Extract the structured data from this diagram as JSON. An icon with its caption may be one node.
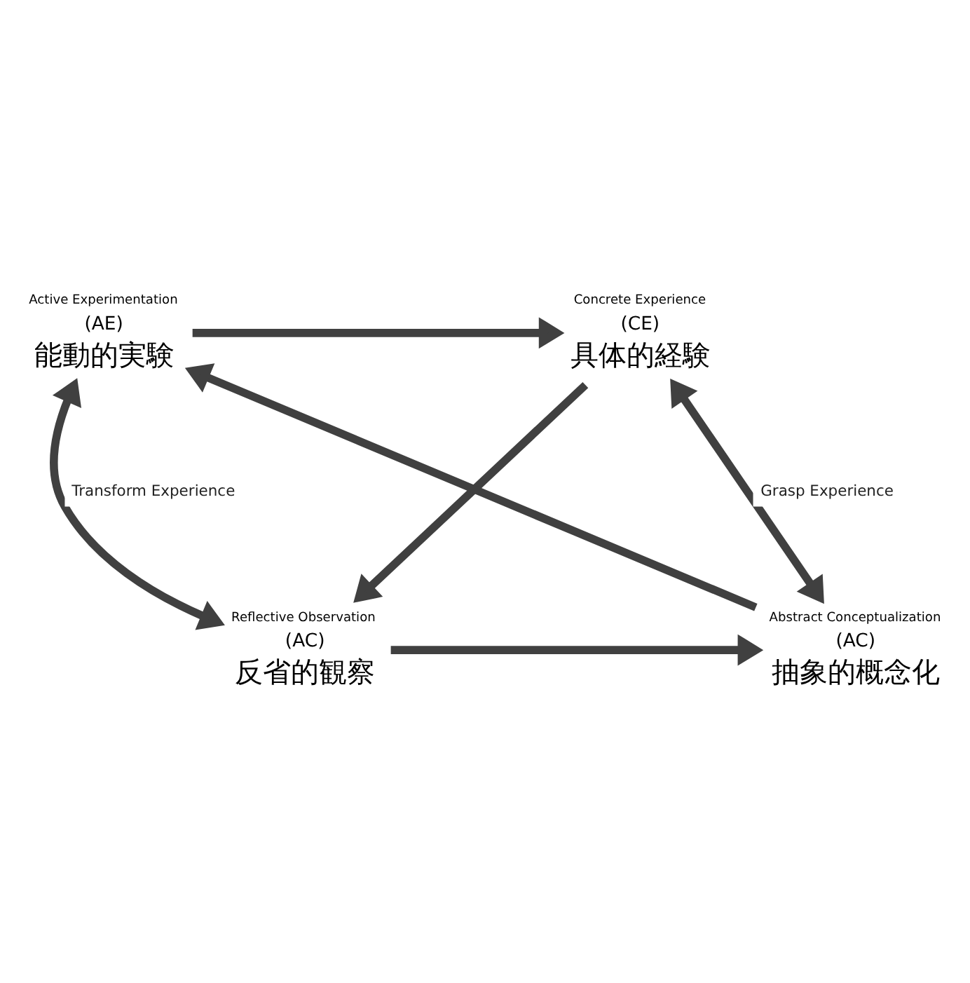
{
  "diagram": {
    "nodes": [
      {
        "text": [
          "Active Experimentation",
          "(AE)",
          "能動的実験"
        ]
      },
      {
        "text": [
          "Concrete Experience",
          "(CE)",
          "具体的経験"
        ]
      },
      {
        "text": [
          "Reflective Observation",
          "(AC)",
          "反省的観察"
        ]
      },
      {
        "text": [
          "Abstract Conceptualization",
          "(AC)",
          "抽象的概念化"
        ]
      }
    ],
    "edges": [
      {
        "from": 0,
        "to": 1,
        "arrow": "to"
      },
      {
        "from": 1,
        "to": 2,
        "arrow": "to"
      },
      {
        "from": 2,
        "to": 3,
        "arrow": "to"
      },
      {
        "from": 3,
        "to": 0,
        "arrow": "to"
      },
      {
        "from": 0,
        "to": 2,
        "arrow": "both",
        "label": "Transform Experience"
      },
      {
        "from": 3,
        "to": 1,
        "arrow": "both",
        "label": "Grasp Experience"
      }
    ]
  }
}
